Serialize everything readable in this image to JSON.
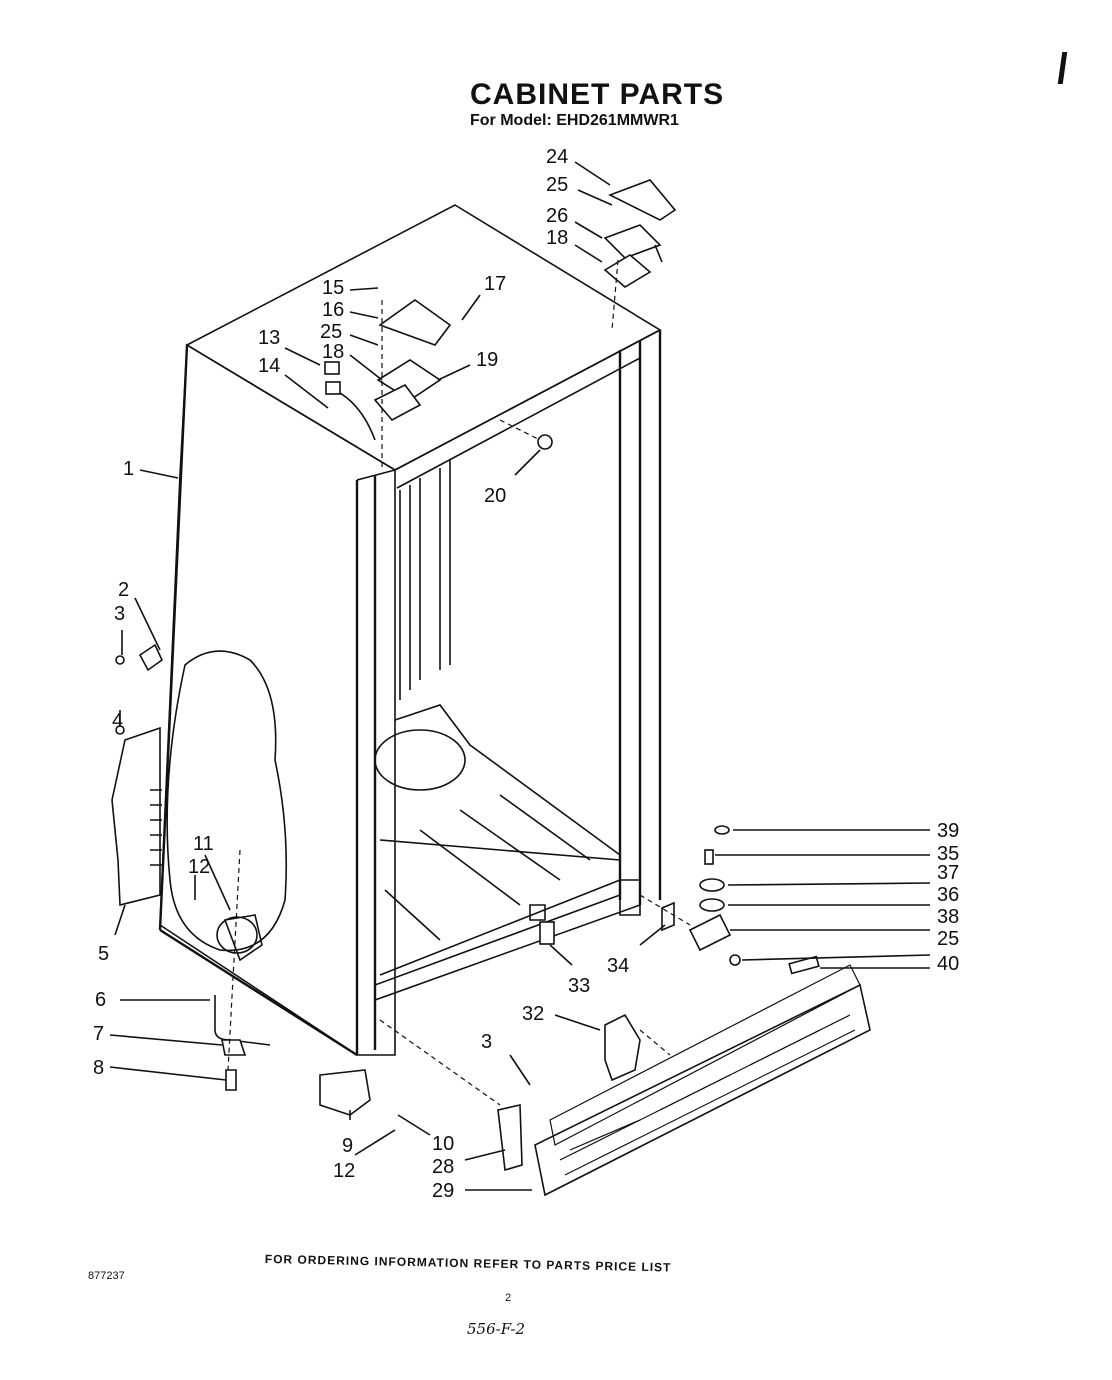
{
  "title": "CABINET PARTS",
  "model_line": "For Model: EHD261MMWR1",
  "footer_note": "FOR ORDERING INFORMATION REFER TO PARTS PRICE LIST",
  "doc_number": "877237",
  "page_number": "2",
  "handwritten_note": "556-F-2",
  "callouts": [
    "24",
    "25",
    "26",
    "18",
    "15",
    "16",
    "17",
    "25",
    "13",
    "18",
    "19",
    "14",
    "1",
    "20",
    "2",
    "3",
    "4",
    "5",
    "11",
    "12",
    "39",
    "35",
    "37",
    "36",
    "38",
    "25",
    "40",
    "34",
    "33",
    "32",
    "6",
    "7",
    "8",
    "3",
    "10",
    "9",
    "12",
    "28",
    "29"
  ]
}
